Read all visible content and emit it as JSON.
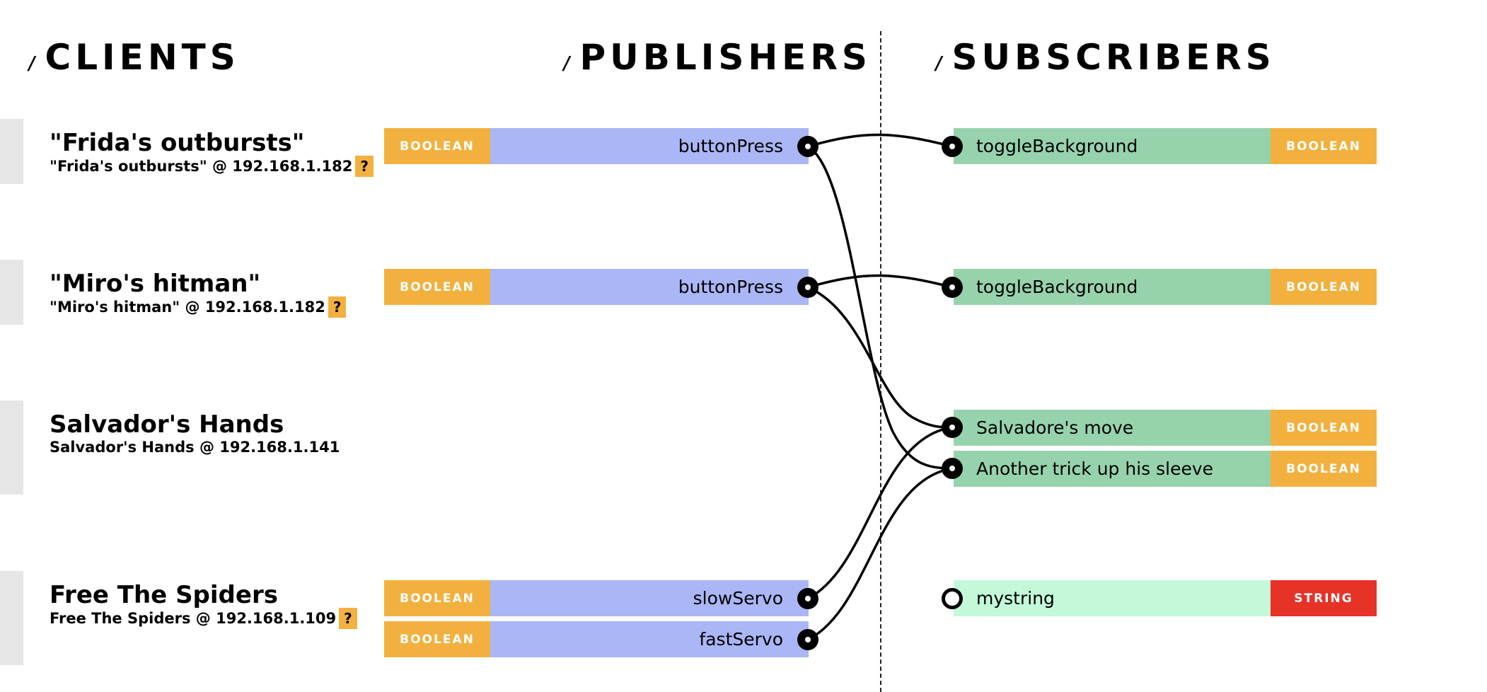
{
  "headings": {
    "slash": "/",
    "clients": "CLIENTS",
    "publishers": "PUBLISHERS",
    "subscribers": "SUBSCRIBERS"
  },
  "clients": [
    {
      "name": "\"Frida's outbursts\"",
      "address": "\"Frida's outbursts\" @ 192.168.1.182",
      "help": "?"
    },
    {
      "name": "\"Miro's hitman\"",
      "address": "\"Miro's hitman\" @ 192.168.1.182",
      "help": "?"
    },
    {
      "name": "Salvador's Hands",
      "address": "Salvador's Hands @ 192.168.1.141"
    },
    {
      "name": "Free The Spiders",
      "address": "Free The Spiders @ 192.168.1.109",
      "help": "?"
    }
  ],
  "publishers": [
    {
      "type": "BOOLEAN",
      "name": "buttonPress"
    },
    {
      "type": "BOOLEAN",
      "name": "buttonPress"
    },
    {
      "type": "BOOLEAN",
      "name": "slowServo"
    },
    {
      "type": "BOOLEAN",
      "name": "fastServo"
    }
  ],
  "subscribers": [
    {
      "type": "BOOLEAN",
      "name": "toggleBackground"
    },
    {
      "type": "BOOLEAN",
      "name": "toggleBackground"
    },
    {
      "type": "BOOLEAN",
      "name": "Salvadore's move"
    },
    {
      "type": "BOOLEAN",
      "name": "Another trick up his sleeve"
    },
    {
      "type": "STRING",
      "name": "mystring"
    }
  ],
  "connections": [
    {
      "from": 0,
      "to": 0
    },
    {
      "from": 0,
      "to": 3
    },
    {
      "from": 1,
      "to": 1
    },
    {
      "from": 1,
      "to": 2
    },
    {
      "from": 2,
      "to": 2
    },
    {
      "from": 3,
      "to": 3
    }
  ],
  "colors": {
    "boolean": "#f2b13e",
    "string": "#e73228",
    "publisher_bar": "#aab6f5",
    "subscriber_bar": "#96d3ad",
    "subscriber_unconnected": "#c3f8d9",
    "client_tab": "#e6e6e6",
    "wire": "#000000"
  }
}
